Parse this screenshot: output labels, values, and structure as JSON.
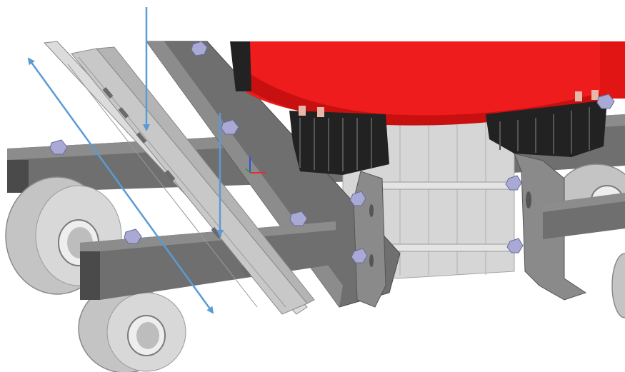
{
  "scene": {
    "subject": "transformer-on-wheeled-skid",
    "colors": {
      "background": "#ffffff",
      "coil_red": "#ee1c1c",
      "coil_red_dark": "#c81010",
      "steel": "#6f6f6f",
      "steel_light": "#8c8c8c",
      "steel_dark": "#4a4a4a",
      "rail": "#c8c8c8",
      "core_grey": "#d6d6d6",
      "wheel_grey": "#c4c4c4",
      "bolt_violet": "#a9a9d6",
      "clamp_black": "#222222",
      "spacer_pink": "#e8b7a8",
      "arrow_blue": "#5b9bd5"
    },
    "annotations": [
      {
        "id": "arrow-down-1",
        "kind": "single-arrow",
        "direction": "down"
      },
      {
        "id": "arrow-down-2",
        "kind": "single-arrow",
        "direction": "down"
      },
      {
        "id": "arrow-diagonal",
        "kind": "double-arrow",
        "direction": "along-rail"
      }
    ],
    "axis_triad": {
      "axes": [
        "x",
        "y",
        "z"
      ],
      "colors": [
        "#e03030",
        "#30a030",
        "#3050e0"
      ]
    }
  }
}
